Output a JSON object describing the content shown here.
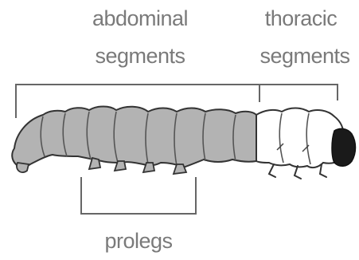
{
  "labels": {
    "abdominal_line1": "abdominal",
    "abdominal_line2": "segments",
    "thoracic_line1": "thoracic",
    "thoracic_line2": "segments",
    "prolegs": "prolegs"
  },
  "colors": {
    "abdomen_fill": "#b3b3b3",
    "thorax_fill": "#ffffff",
    "head_fill": "#1a1a1a",
    "outline": "#333333",
    "bracket": "#666666",
    "label_text": "#7a7a7a"
  }
}
